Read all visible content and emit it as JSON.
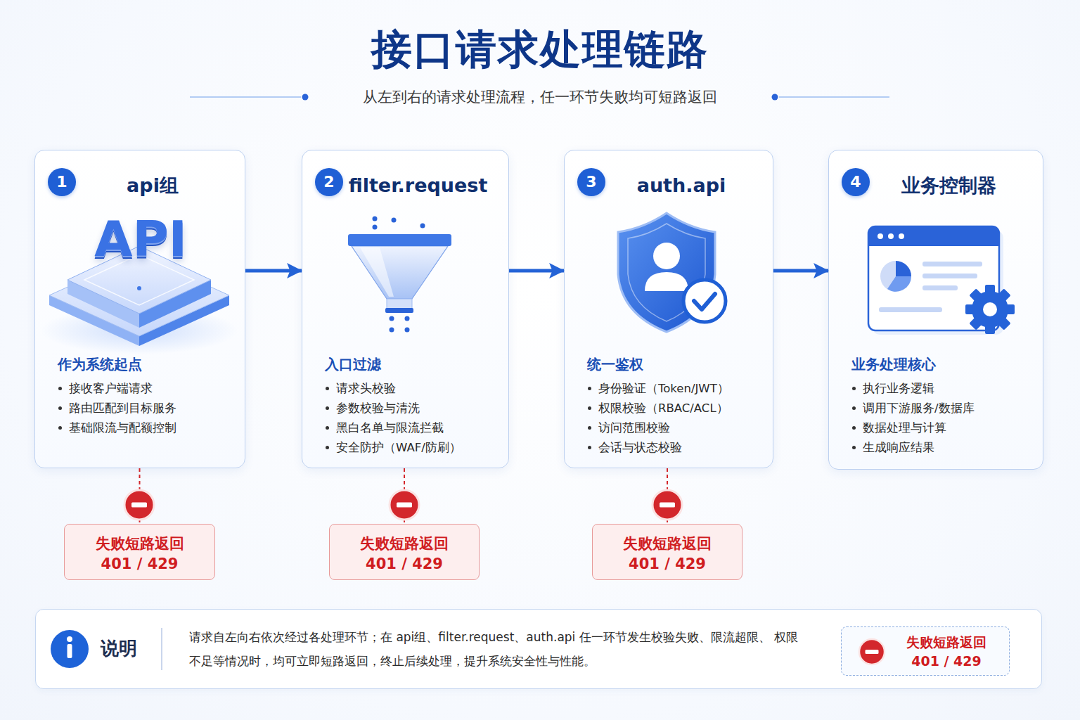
{
  "diagram": {
    "title": "接口请求处理链路",
    "caption": "从左到右的请求处理流程，任一环节失败均可短路返回",
    "nodes": [
      {
        "text": [
          "api组",
          "作为系统起点",
          "接收客户端请求",
          "路由匹配到目标服务",
          "基础限流与配额控制"
        ]
      },
      {
        "text": [
          "1"
        ],
        "in": 0
      },
      {
        "text": [
          "filter.request",
          "入口过滤",
          "请求头校验",
          "参数校验与清洗",
          "黑白名单与限流拦截",
          "安全防护（WAF/防刷）"
        ]
      },
      {
        "text": [
          "2"
        ],
        "in": 2
      },
      {
        "text": [
          "auth.api",
          "统一鉴权",
          "身份验证（Token/JWT）",
          "权限校验（RBAC/ACL）",
          "访问范围校验",
          "会话与状态校验"
        ]
      },
      {
        "text": [
          "3"
        ],
        "in": 4
      },
      {
        "text": [
          "业务控制器",
          "业务处理核心",
          "执行业务逻辑",
          "调用下游服务/数据库",
          "数据处理与计算",
          "生成响应结果"
        ]
      },
      {
        "text": [
          "4"
        ],
        "in": 6
      },
      {
        "text": [
          "失败短路返回",
          "401 / 429"
        ]
      },
      {
        "text": [
          "失败短路返回",
          "401 / 429"
        ]
      },
      {
        "text": [
          "失败短路返回",
          "401 / 429"
        ]
      },
      {
        "text": [
          "说明",
          "请求自左向右依次经过各处理环节；在 api组、filter.request、auth.api 任一环节发生校验失败、限流超限、 权限不足等情况时，均可立即短路返回，终止后续处理，提升系统安全性与性能。"
        ]
      },
      {
        "text": [
          "失败短路返回",
          "401 / 429"
        ],
        "in": 11
      }
    ],
    "edges": [
      {
        "from": 0,
        "to": 2,
        "arrow": "to"
      },
      {
        "from": 2,
        "to": 4,
        "arrow": "to"
      },
      {
        "from": 4,
        "to": 6,
        "arrow": "to"
      },
      {
        "from": 0,
        "to": 8,
        "arrow": "none"
      },
      {
        "from": 2,
        "to": 9,
        "arrow": "none"
      },
      {
        "from": 4,
        "to": 10,
        "arrow": "none"
      }
    ],
    "labels": [
      "API"
    ]
  }
}
